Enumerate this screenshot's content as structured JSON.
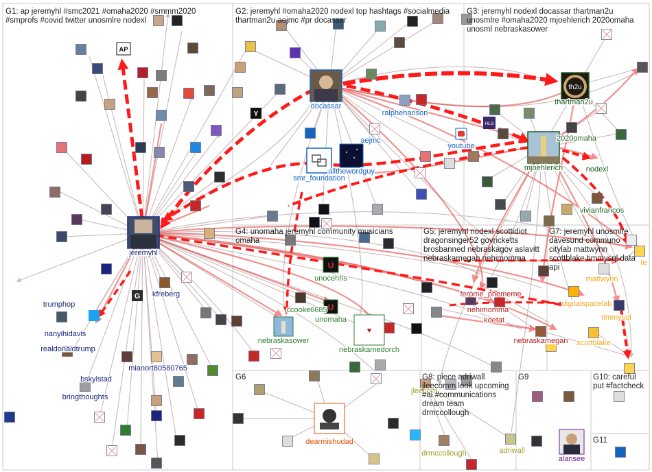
{
  "groups": [
    {
      "id": "G1",
      "lines": [
        "G1: ap jeremyhl #smc2021 #omaha2020 #smmm2020",
        "#smprofs #covid twitter unosmlre nodexl"
      ]
    },
    {
      "id": "G2",
      "lines": [
        "G2: jeremyhl #omaha2020 nodexl top hashtags #socialmedia",
        "thartman2u aejmc #pr docassar"
      ]
    },
    {
      "id": "G3",
      "lines": [
        "G3: jeremyhl nodexl docassar thartman2u",
        "unosmlre #omaha2020 mjoehlerich 2020omaha",
        "unosml nebraskasower"
      ]
    },
    {
      "id": "G4",
      "lines": [
        "G4: unomaha jeremyhl community musicians",
        "omaha"
      ]
    },
    {
      "id": "G5",
      "lines": [
        "G5: jeremyhl nodexl scottidiot",
        "dragonsinger52 govricketts",
        "brosbanned nebraskagov aslavitt",
        "nebraskamegan nehimomma"
      ]
    },
    {
      "id": "G6",
      "lines": [
        "G6"
      ]
    },
    {
      "id": "G7",
      "lines": [
        "G7: jeremyhl unosmlre",
        "davesund communo",
        "citylab mattwynn",
        "scottblake timmysql data",
        "api"
      ]
    },
    {
      "id": "G8",
      "lines": [
        "G8: piece adriwall",
        "jleecomm look upcoming",
        "#ai #communications",
        "dream team",
        "drmccollough"
      ]
    },
    {
      "id": "G9",
      "lines": [
        "G9"
      ]
    },
    {
      "id": "G10",
      "lines": [
        "G10: careful",
        "put #factcheck"
      ]
    },
    {
      "id": "G11",
      "lines": [
        "G11"
      ]
    }
  ],
  "nodes": [
    {
      "id": "jeremyhl",
      "label": "jeremyhl",
      "color": "#1a237e",
      "hub": true
    },
    {
      "id": "docassar",
      "label": "docassar",
      "color": "#1565c0",
      "hub": true
    },
    {
      "id": "mjoehlerich",
      "label": "mjoehlerich",
      "color": "#1b5e20",
      "hub": true
    },
    {
      "id": "thartman2u",
      "label": "thartman2u",
      "color": "#1b5e20",
      "hub": true
    },
    {
      "id": "smr_foundation",
      "label": "smr_foundation",
      "color": "#1565c0"
    },
    {
      "id": "allthewordguy",
      "label": "allthewordguy",
      "color": "#1565c0"
    },
    {
      "id": "ralphehanson",
      "label": "ralphehanson",
      "color": "#1565c0"
    },
    {
      "id": "aejmc",
      "label": "aejmc",
      "color": "#1565c0"
    },
    {
      "id": "youtube",
      "label": "youtube",
      "color": "#1565c0"
    },
    {
      "id": "2020omaha",
      "label": "2020omaha",
      "color": "#1b5e20"
    },
    {
      "id": "nodexl",
      "label": "nodexl",
      "color": "#1b5e20"
    },
    {
      "id": "vivianfrancos",
      "label": "vivianfrancos",
      "color": "#1b5e20"
    },
    {
      "id": "kfreberg",
      "label": "kfreberg",
      "color": "#1a237e"
    },
    {
      "id": "trumphop",
      "label": "trumphop",
      "color": "#1a237e"
    },
    {
      "id": "nanyihidavis",
      "label": "nanyihidavis",
      "color": "#1a237e"
    },
    {
      "id": "realdonaldtrump",
      "label": "realdonaldtrump",
      "color": "#1a237e"
    },
    {
      "id": "bskylstad",
      "label": "bskylstad",
      "color": "#1a237e"
    },
    {
      "id": "bringthoughts",
      "label": "bringthoughts",
      "color": "#1a237e"
    },
    {
      "id": "mianort80580765",
      "label": "mianort80580765",
      "color": "#1a237e"
    },
    {
      "id": "unocehhs",
      "label": "unocehhs",
      "color": "#2e7d32"
    },
    {
      "id": "ccooke6685",
      "label": "ccooke6685",
      "color": "#2e7d32"
    },
    {
      "id": "unomaha",
      "label": "unomaha",
      "color": "#2e7d32"
    },
    {
      "id": "nebraskasower",
      "label": "nebraskasower",
      "color": "#2e7d32"
    },
    {
      "id": "nebraskamedorch",
      "label": "nebraskamedorch",
      "color": "#2e7d32"
    },
    {
      "id": "ferome_phememe",
      "label": "ferome_phememe",
      "color": "#b71c1c"
    },
    {
      "id": "nehimomma",
      "label": "nehimomma",
      "color": "#b71c1c"
    },
    {
      "id": "kdetat",
      "label": "kdetat",
      "color": "#b71c1c"
    },
    {
      "id": "nebraskamegan",
      "label": "nebraskamegan",
      "color": "#b71c1c"
    },
    {
      "id": "te",
      "label": "te",
      "color": "#f9a825"
    },
    {
      "id": "mattwynn",
      "label": "mattwynn",
      "color": "#f9a825"
    },
    {
      "id": "digitalspacelab",
      "label": "digitalspacelab",
      "color": "#f9a825"
    },
    {
      "id": "timmysql",
      "label": "timmysql",
      "color": "#f9a825"
    },
    {
      "id": "scottblake",
      "label": "scottblake",
      "color": "#f9a825"
    },
    {
      "id": "dearmishudad",
      "label": "dearmishudad",
      "color": "#e65100"
    },
    {
      "id": "jleecomm",
      "label": "jleecom",
      "color": "#9e9d24"
    },
    {
      "id": "drmccollough",
      "label": "drmccollough",
      "color": "#9e9d24"
    },
    {
      "id": "adriwall",
      "label": "adriwall",
      "color": "#9e9d24"
    },
    {
      "id": "alansee",
      "label": "alansee",
      "color": "#6a1b9a"
    }
  ],
  "badges": {
    "ap": "AP",
    "hlg": "HLG",
    "th2u": "th2u",
    "g": "G",
    "y": "Y",
    "u": "U"
  }
}
